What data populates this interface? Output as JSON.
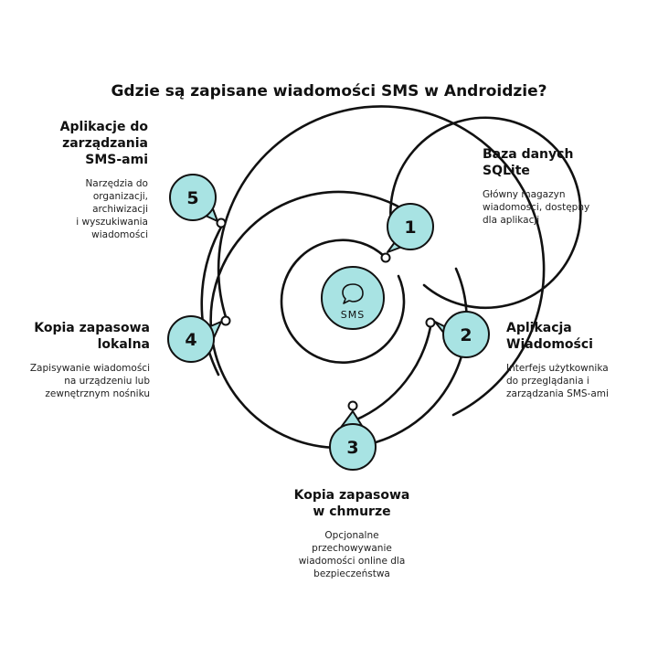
{
  "title": "Gdzie są zapisane wiadomości SMS w Androidzie?",
  "center": {
    "icon": "chat-bubble-icon",
    "label": "SMS"
  },
  "colors": {
    "bubble_fill": "#a8e3e3",
    "stroke": "#111111",
    "background": "#ffffff"
  },
  "items": [
    {
      "number": "1",
      "title_lines": [
        "Baza danych",
        "SQLite"
      ],
      "desc_lines": [
        "Główny magazyn",
        "wiadomości, dostępny",
        "dla aplikacji"
      ]
    },
    {
      "number": "2",
      "title_lines": [
        "Aplikacja",
        "Wiadomości"
      ],
      "desc_lines": [
        "Interfejs użytkownika",
        "do przeglądania i",
        "zarządzania SMS-ami"
      ]
    },
    {
      "number": "3",
      "title_lines": [
        "Kopia zapasowa",
        "w chmurze"
      ],
      "desc_lines": [
        "Opcjonalne",
        "przechowywanie",
        "wiadomości online dla",
        "bezpieczeństwa"
      ]
    },
    {
      "number": "4",
      "title_lines": [
        "Kopia zapasowa",
        "lokalna"
      ],
      "desc_lines": [
        "Zapisywanie wiadomości",
        "na urządzeniu lub",
        "zewnętrznym nośniku"
      ]
    },
    {
      "number": "5",
      "title_lines": [
        "Aplikacje do",
        "zarządzania",
        "SMS-ami"
      ],
      "desc_lines": [
        "Narzędzia do",
        "organizacji, archiwizacji",
        "i wyszukiwania",
        "wiadomości"
      ]
    }
  ]
}
